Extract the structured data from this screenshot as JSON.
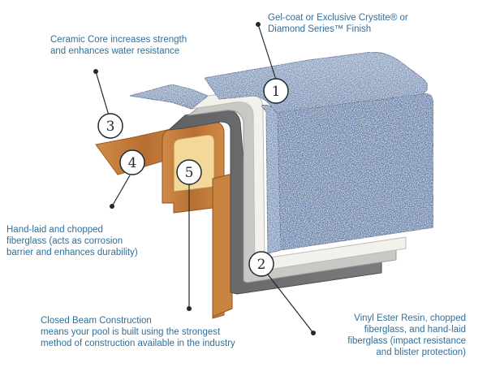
{
  "captions": {
    "c1": "Gel-coat or Exclusive Crystite® or\nDiamond Series™ Finish",
    "c3": "Ceramic Core increases strength\nand enhances water resistance",
    "c4": "Hand-laid and chopped\nfiberglass (acts as corrosion\nbarrier and enhances durability)",
    "c5": "Closed Beam Construction\nmeans your pool is built using the strongest\nmethod of construction available in the industry",
    "c2": "Vinyl Ester Resin, chopped\nfiberglass, and hand-laid\nfiberglass (impact resistance\nand blister protection)"
  },
  "badges": {
    "b1": "1",
    "b2": "2",
    "b3": "3",
    "b4": "4",
    "b5": "5"
  },
  "colors": {
    "caption_text": "#2f6f9a",
    "finish_blue": "#6b87ad",
    "finish_dark": "#506b92",
    "ceramic_white": "#f1f0eb",
    "barrier_gray": "#c7c6c2",
    "resin_dark": "#6e6f71",
    "beam_wood": "#c27b3c",
    "beam_core": "#f3d89a"
  }
}
